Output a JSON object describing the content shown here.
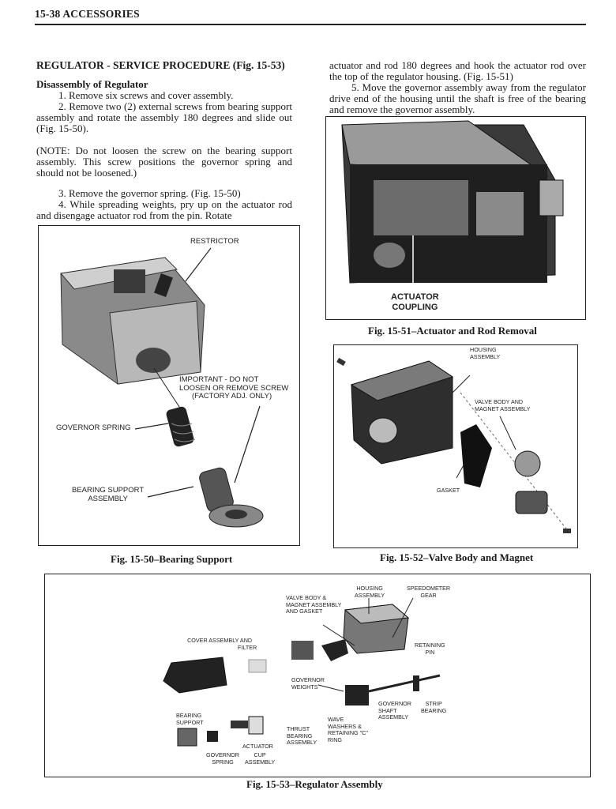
{
  "header": {
    "title": "15-38  ACCESSORIES"
  },
  "left_column": {
    "heading": "REGULATOR - SERVICE PROCEDURE (Fig. 15-53)",
    "subheading": "Disassembly of Regulator",
    "step1": "1. Remove six screws and cover assembly.",
    "step2": "2. Remove two (2) external screws from bearing support assembly and rotate the assembly 180 degrees and slide out (Fig. 15-50).",
    "note": "(NOTE: Do not loosen the screw on the bearing support assembly. This screw positions the governor spring and should not be loosened.)",
    "step3": "3. Remove the governor spring. (Fig. 15-50)",
    "step4": "4. While spreading weights, pry up on the actuator rod and disengage actuator rod from the pin. Rotate"
  },
  "right_column": {
    "step4_cont": "actuator and rod 180 degrees and hook the actuator rod over the top of the regulator housing. (Fig. 15-51)",
    "step5": "5. Move the governor assembly away from the regulator drive end of the housing until the shaft is free of the bearing and remove the governor assembly."
  },
  "fig50": {
    "caption": "Fig. 15-50–Bearing Support",
    "labels": {
      "restrictor": "RESTRICTOR",
      "important_1": "IMPORTANT - DO NOT",
      "important_2": "LOOSEN OR REMOVE SCREW",
      "important_3": "(FACTORY ADJ. ONLY)",
      "governor_spring": "GOVERNOR SPRING",
      "bearing_support_1": "BEARING SUPPORT",
      "bearing_support_2": "ASSEMBLY"
    }
  },
  "fig51": {
    "caption": "Fig. 15-51–Actuator and Rod Removal",
    "labels": {
      "actuator": "ACTUATOR",
      "coupling": "COUPLING"
    }
  },
  "fig52": {
    "caption": "Fig. 15-52–Valve Body and Magnet",
    "labels": {
      "housing_1": "HOUSING",
      "housing_2": "ASSEMBLY",
      "valve_1": "VALVE BODY AND",
      "valve_2": "MAGNET ASSEMBLY",
      "gasket": "GASKET"
    }
  },
  "fig53": {
    "caption": "Fig. 15-53–Regulator Assembly",
    "labels": {
      "housing_1": "HOUSING",
      "housing_2": "ASSEMBLY",
      "speedo_1": "SPEEDOMETER",
      "speedo_2": "GEAR",
      "valve_1": "VALVE BODY &",
      "valve_2": "MAGNET ASSEMBLY",
      "valve_3": "AND GASKET",
      "cover_1": "COVER ASSEMBLY AND",
      "cover_2": "FILTER",
      "retaining_1": "RETAINING",
      "retaining_2": "PIN",
      "gov_weights_1": "GOVERNOR",
      "gov_weights_2": "WEIGHTS",
      "gov_shaft_1": "GOVERNOR",
      "gov_shaft_2": "SHAFT",
      "gov_shaft_3": "ASSEMBLY",
      "strip_1": "STRIP",
      "strip_2": "BEARING",
      "bearing_1": "BEARING",
      "bearing_2": "SUPPORT",
      "wave_1": "WAVE",
      "wave_2": "WASHERS &",
      "wave_3": "RETAINING \"C\"",
      "wave_4": "RING",
      "thrust_1": "THRUST",
      "thrust_2": "BEARING",
      "thrust_3": "ASSEMBLY",
      "actuator": "ACTUATOR",
      "cup_1": "CUP",
      "cup_2": "ASSEMBLY",
      "gov_spring_1": "GOVERNOR",
      "gov_spring_2": "SPRING"
    }
  }
}
